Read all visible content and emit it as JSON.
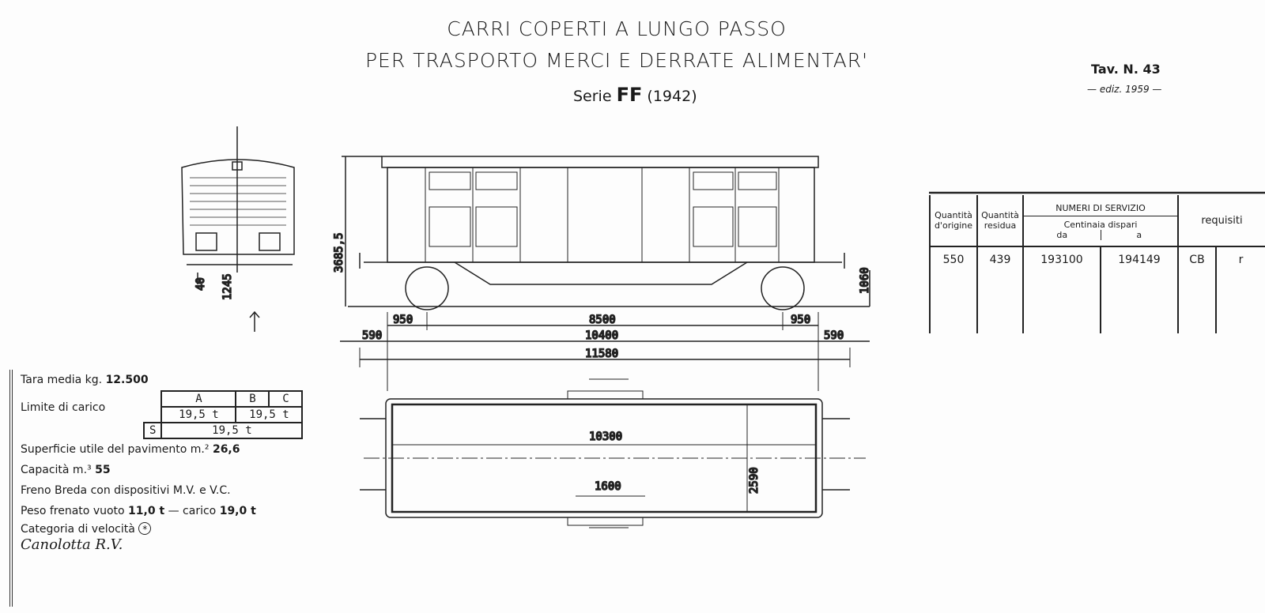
{
  "title": {
    "line1": "CARRI COPERTI A LUNGO PASSO",
    "line2": "PER TRASPORTO MERCI E DERRATE ALIMENTAR'",
    "serie_label": "Serie",
    "serie_code": "FF",
    "serie_year": "(1942)"
  },
  "plate": {
    "number": "Tav. N. 43",
    "edition": "— ediz. 1959 —"
  },
  "dimensions": {
    "height": "3685,5",
    "buffer_height": "1060",
    "end_40": "40",
    "end_1245": "1245",
    "overhang_left": "950",
    "wheelbase": "8500",
    "overhang_right": "950",
    "end_590_left": "590",
    "body_length": "10400",
    "end_590_right": "590",
    "total_length": "11580",
    "inner_length": "10300",
    "door_width": "1600",
    "inner_width": "2590"
  },
  "service_table": {
    "col_origin": "Quantità d'origine",
    "col_residual": "Quantità residua",
    "group": "NUMERI DI SERVIZIO",
    "subgroup": "Centinaia dispari",
    "col_from": "da",
    "col_to": "a",
    "col_req": "requisiti",
    "row": {
      "origin": "550",
      "residual": "439",
      "from": "193100",
      "to": "194149",
      "req1": "CB",
      "req2": "r"
    }
  },
  "specs": {
    "tara_label": "Tara media kg.",
    "tara_value": "12.500",
    "limit_label": "Limite di carico",
    "limit_A": "A",
    "limit_B": "B",
    "limit_C": "C",
    "limit_A_val": "19,5 t",
    "limit_BC_val": "19,5 t",
    "limit_S": "S",
    "limit_S_val": "19,5 t",
    "floor_label": "Superficie utile del pavimento m.² ",
    "floor_value": "26,6",
    "capacity_label": "Capacità m.³ ",
    "capacity_value": "55",
    "brake": "Freno Breda con dispositivi M.V. e V.C.",
    "braked_label": "Peso frenato vuoto ",
    "braked_empty": "11,0 t",
    "braked_mid": " — carico ",
    "braked_loaded": "19,0 t",
    "speed_label": "Categoria di velocità",
    "speed_symbol": "*",
    "signature": "Canolotta R.V."
  }
}
